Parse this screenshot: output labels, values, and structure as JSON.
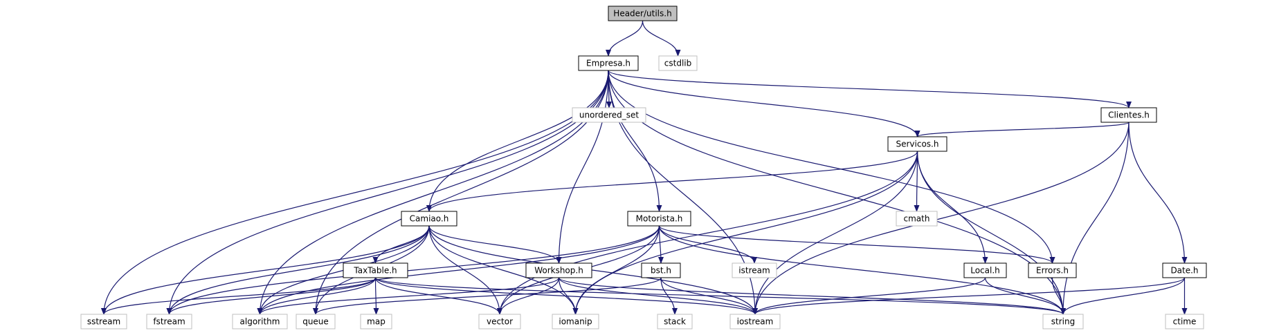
{
  "diagram": {
    "kind": "include-dependency-graph",
    "colors": {
      "edge": "#191970",
      "root_fill": "#bfbfbf",
      "local_border": "#000000",
      "system_border": "#bfbfbf",
      "background": "#ffffff"
    },
    "nodes": [
      {
        "id": "utils",
        "label": "Header/utils.h",
        "kind": "root"
      },
      {
        "id": "empresa",
        "label": "Empresa.h",
        "kind": "local"
      },
      {
        "id": "cstdlib",
        "label": "cstdlib",
        "kind": "system"
      },
      {
        "id": "unordered_set",
        "label": "unordered_set",
        "kind": "system"
      },
      {
        "id": "clientes",
        "label": "Clientes.h",
        "kind": "local"
      },
      {
        "id": "servicos",
        "label": "Servicos.h",
        "kind": "local"
      },
      {
        "id": "camiao",
        "label": "Camiao.h",
        "kind": "local"
      },
      {
        "id": "motorista",
        "label": "Motorista.h",
        "kind": "local"
      },
      {
        "id": "cmath",
        "label": "cmath",
        "kind": "system"
      },
      {
        "id": "taxtable",
        "label": "TaxTable.h",
        "kind": "local"
      },
      {
        "id": "workshop",
        "label": "Workshop.h",
        "kind": "local"
      },
      {
        "id": "bst",
        "label": "bst.h",
        "kind": "local"
      },
      {
        "id": "istream",
        "label": "istream",
        "kind": "system"
      },
      {
        "id": "local",
        "label": "Local.h",
        "kind": "local"
      },
      {
        "id": "errors",
        "label": "Errors.h",
        "kind": "local"
      },
      {
        "id": "date",
        "label": "Date.h",
        "kind": "local"
      },
      {
        "id": "sstream",
        "label": "sstream",
        "kind": "system"
      },
      {
        "id": "fstream",
        "label": "fstream",
        "kind": "system"
      },
      {
        "id": "algorithm",
        "label": "algorithm",
        "kind": "system"
      },
      {
        "id": "queue",
        "label": "queue",
        "kind": "system"
      },
      {
        "id": "map",
        "label": "map",
        "kind": "system"
      },
      {
        "id": "vector",
        "label": "vector",
        "kind": "system"
      },
      {
        "id": "iomanip",
        "label": "iomanip",
        "kind": "system"
      },
      {
        "id": "stack",
        "label": "stack",
        "kind": "system"
      },
      {
        "id": "iostream",
        "label": "iostream",
        "kind": "system"
      },
      {
        "id": "string",
        "label": "string",
        "kind": "system"
      },
      {
        "id": "ctime",
        "label": "ctime",
        "kind": "system"
      }
    ],
    "edges": [
      [
        "utils",
        "empresa"
      ],
      [
        "utils",
        "cstdlib"
      ],
      [
        "empresa",
        "unordered_set"
      ],
      [
        "empresa",
        "clientes"
      ],
      [
        "empresa",
        "servicos"
      ],
      [
        "empresa",
        "camiao"
      ],
      [
        "empresa",
        "motorista"
      ],
      [
        "empresa",
        "workshop"
      ],
      [
        "empresa",
        "errors"
      ],
      [
        "empresa",
        "iostream"
      ],
      [
        "empresa",
        "string"
      ],
      [
        "empresa",
        "sstream"
      ],
      [
        "empresa",
        "fstream"
      ],
      [
        "empresa",
        "algorithm"
      ],
      [
        "empresa",
        "queue"
      ],
      [
        "clientes",
        "servicos"
      ],
      [
        "clientes",
        "date"
      ],
      [
        "clientes",
        "iostream"
      ],
      [
        "clientes",
        "string"
      ],
      [
        "servicos",
        "camiao"
      ],
      [
        "servicos",
        "cmath"
      ],
      [
        "servicos",
        "local"
      ],
      [
        "servicos",
        "string"
      ],
      [
        "servicos",
        "iostream"
      ],
      [
        "servicos",
        "vector"
      ],
      [
        "servicos",
        "iomanip"
      ],
      [
        "camiao",
        "taxtable"
      ],
      [
        "camiao",
        "workshop"
      ],
      [
        "camiao",
        "sstream"
      ],
      [
        "camiao",
        "fstream"
      ],
      [
        "camiao",
        "algorithm"
      ],
      [
        "camiao",
        "queue"
      ],
      [
        "camiao",
        "vector"
      ],
      [
        "camiao",
        "iomanip"
      ],
      [
        "camiao",
        "iostream"
      ],
      [
        "motorista",
        "bst"
      ],
      [
        "motorista",
        "istream"
      ],
      [
        "motorista",
        "errors"
      ],
      [
        "motorista",
        "string"
      ],
      [
        "motorista",
        "vector"
      ],
      [
        "motorista",
        "iomanip"
      ],
      [
        "motorista",
        "algorithm"
      ],
      [
        "motorista",
        "fstream"
      ],
      [
        "taxtable",
        "sstream"
      ],
      [
        "taxtable",
        "fstream"
      ],
      [
        "taxtable",
        "algorithm"
      ],
      [
        "taxtable",
        "map"
      ],
      [
        "taxtable",
        "vector"
      ],
      [
        "taxtable",
        "iostream"
      ],
      [
        "taxtable",
        "string"
      ],
      [
        "workshop",
        "algorithm"
      ],
      [
        "workshop",
        "vector"
      ],
      [
        "workshop",
        "iomanip"
      ],
      [
        "workshop",
        "iostream"
      ],
      [
        "workshop",
        "string"
      ],
      [
        "bst",
        "queue"
      ],
      [
        "bst",
        "stack"
      ],
      [
        "bst",
        "iostream"
      ],
      [
        "local",
        "iostream"
      ],
      [
        "local",
        "string"
      ],
      [
        "errors",
        "string"
      ],
      [
        "date",
        "iostream"
      ],
      [
        "date",
        "string"
      ],
      [
        "date",
        "ctime"
      ]
    ]
  }
}
